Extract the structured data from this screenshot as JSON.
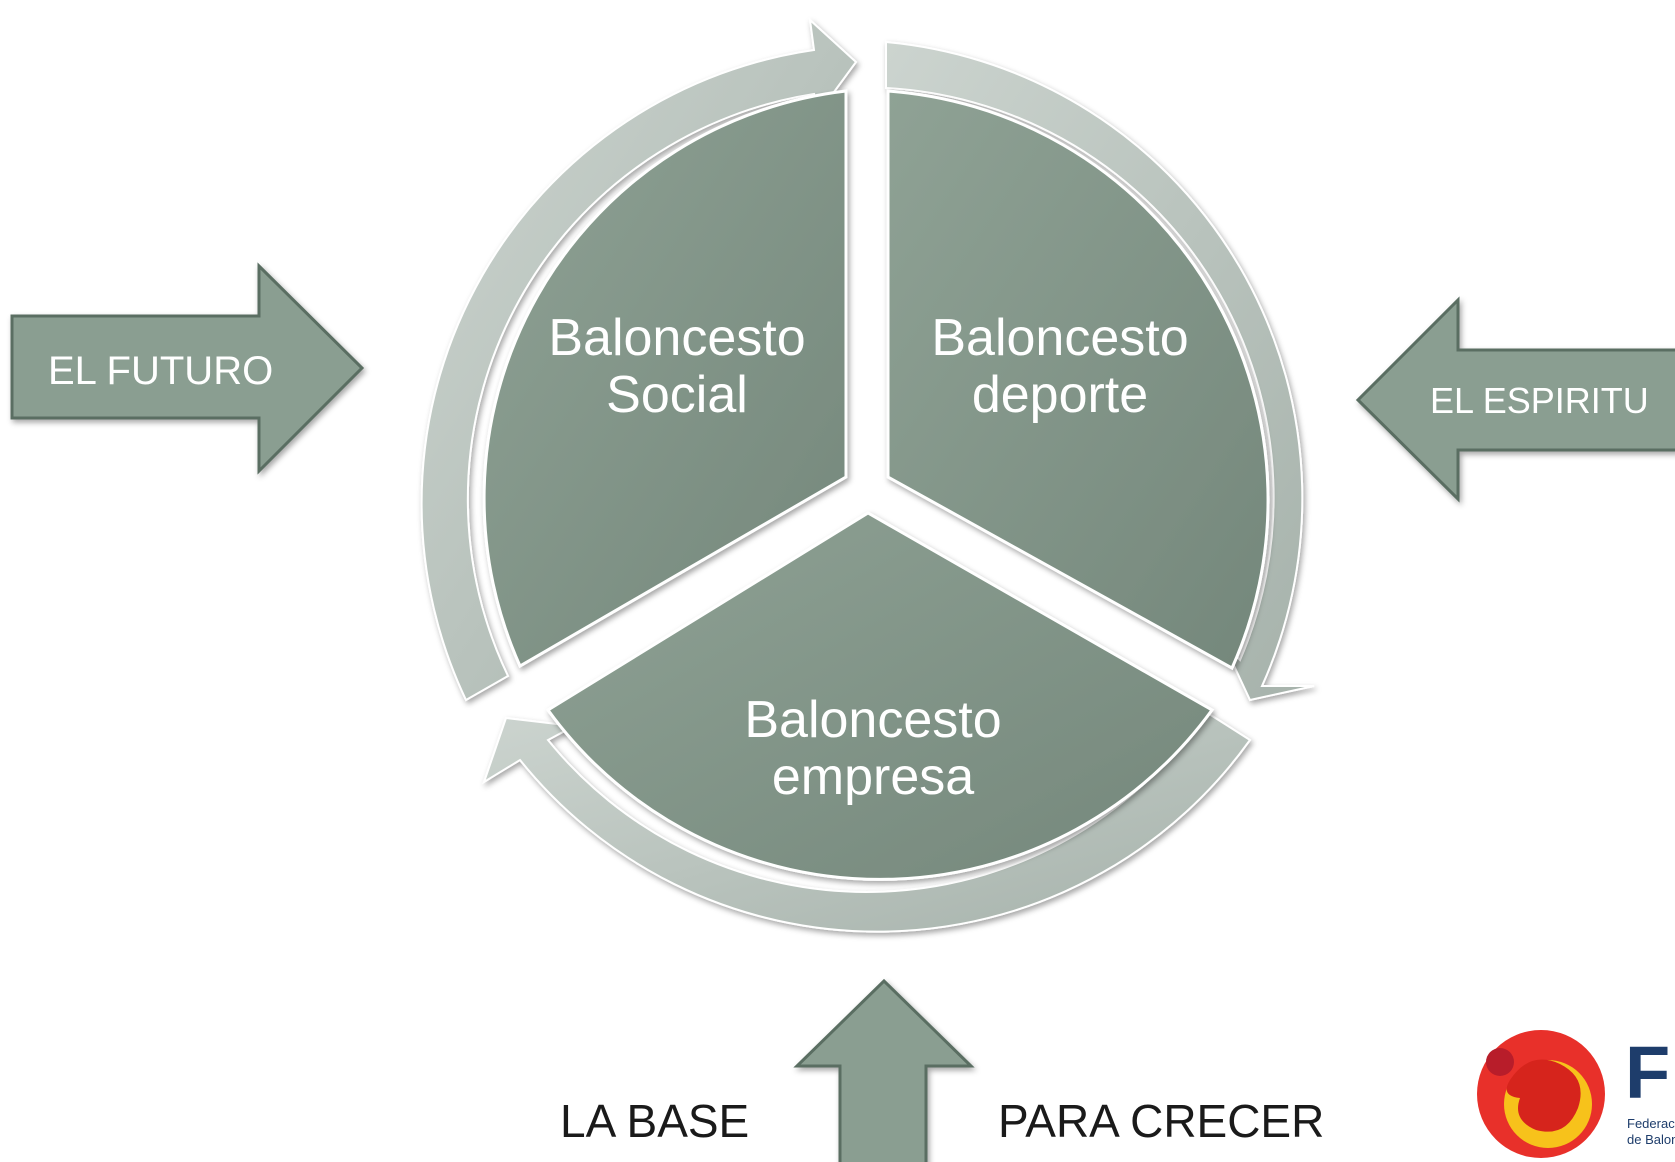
{
  "cycle": {
    "segments": [
      {
        "line1": "Baloncesto",
        "line2": "Social"
      },
      {
        "line1": "Baloncesto",
        "line2": "deporte"
      },
      {
        "line1": "Baloncesto",
        "line2": "empresa"
      }
    ]
  },
  "arrows": {
    "left_label": "EL FUTURO",
    "right_label": "EL ESPIRITU",
    "bottom_left_label": "LA BASE",
    "bottom_right_label": "PARA CRECER"
  },
  "logo": {
    "text": "FE",
    "subtext_line1": "Federación Española",
    "subtext_line2": "de Baloncesto"
  },
  "colors": {
    "segment": "#7f9185",
    "ring": "#b9c3bd",
    "arrow": "#8a9e91",
    "arrow_border": "#5a6e62"
  }
}
